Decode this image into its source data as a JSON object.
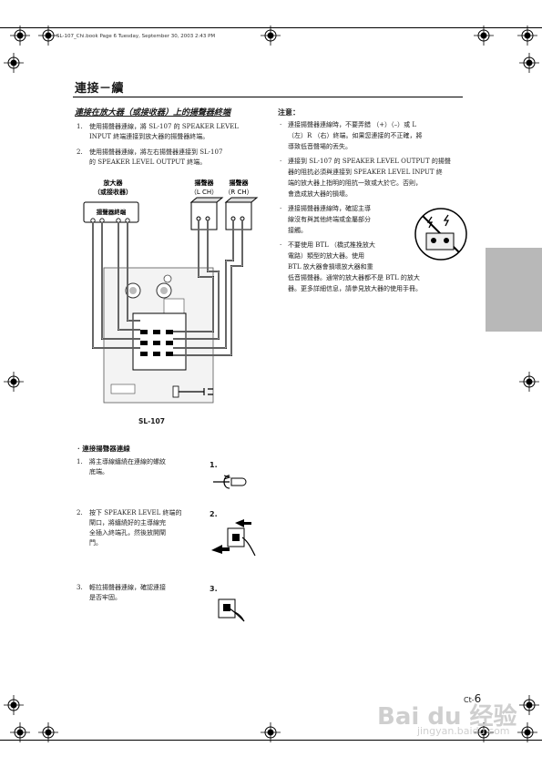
{
  "print_meta": "SL-107_Chi.book  Page 6  Tuesday, September 30, 2003  2:43 PM",
  "chapter_title": "連接－續",
  "section_heading": "連接在放大器（或接收器）上的揚聲器終端",
  "steps_top": [
    {
      "num": "1.",
      "lines": [
        "使用揚聲器連線，將 SL-107 的 SPEAKER LEVEL",
        "INPUT 終端連接到放大器的揚聲器終端。"
      ]
    },
    {
      "num": "2.",
      "lines": [
        "使用揚聲器連線，將左右揚聲器連接到 SL-107",
        "的 SPEAKER LEVEL OUTPUT 終端。"
      ]
    }
  ],
  "diagram": {
    "amp_label": "放大器",
    "amp_sub": "（或接收器）",
    "amp_terminal": "揚聲器終端",
    "spk_l_label": "揚聲器",
    "spk_l_sub": "（L CH）",
    "spk_r_label": "揚聲器",
    "spk_r_sub": "（R CH）",
    "caption": "SL-107"
  },
  "notes": {
    "title": "注意：",
    "items": [
      {
        "lines": [
          "連接揚聲器連線時，不要弄錯 （+）（–）或 L",
          "（左）R （右）終端。如果您連接的不正確，將",
          "導致低音聲場的丟失。"
        ]
      },
      {
        "lines": [
          "連接到 SL-107 的 SPEAKER LEVEL OUTPUT 的揚聲",
          "器的阻抗必須與連接到 SPEAKER LEVEL INPUT 終",
          "端的放大器上指明的阻抗一致或大於它。否則，",
          "會造成放大器的損壞。"
        ]
      },
      {
        "lines": [
          "連接揚聲器連線時，確認主導",
          "線沒有與其他終端或金屬部分",
          "接觸。"
        ]
      },
      {
        "lines": [
          "不要使用 BTL （橋式推挽放大",
          "電路）類型的放大器。使用",
          "BTL 放大器會損壞放大器和重",
          "低音揚聲器。通常的放大器都不是 BTL 的放大",
          "器。更多詳細信息，請參見放大器的使用手冊。"
        ]
      }
    ]
  },
  "sub_heading": "連接揚聲器連線",
  "steps_bottom": [
    {
      "num": "1.",
      "lines": [
        "將主導線纏繞在連線的螺紋",
        "底端。"
      ],
      "fig": "1."
    },
    {
      "num": "2.",
      "lines": [
        "按下 SPEAKER LEVEL 終端的",
        "閘口，將纏繞好的主導線完",
        "全插入終端孔，然後放開閘",
        "門。"
      ],
      "fig": "2."
    },
    {
      "num": "3.",
      "lines": [
        "輕拉揚聲器連線，確認連接",
        "是否牢固。"
      ],
      "fig": "3."
    }
  ],
  "page_number": {
    "prefix": "Ct-",
    "num": "6"
  },
  "watermark": {
    "main": "Bai du 经验",
    "sub": "jingyan.baidu.com"
  },
  "colors": {
    "side_tab": "#b8b8b8",
    "text": "#1a1a1a",
    "watermark": "#cfcfcf"
  }
}
